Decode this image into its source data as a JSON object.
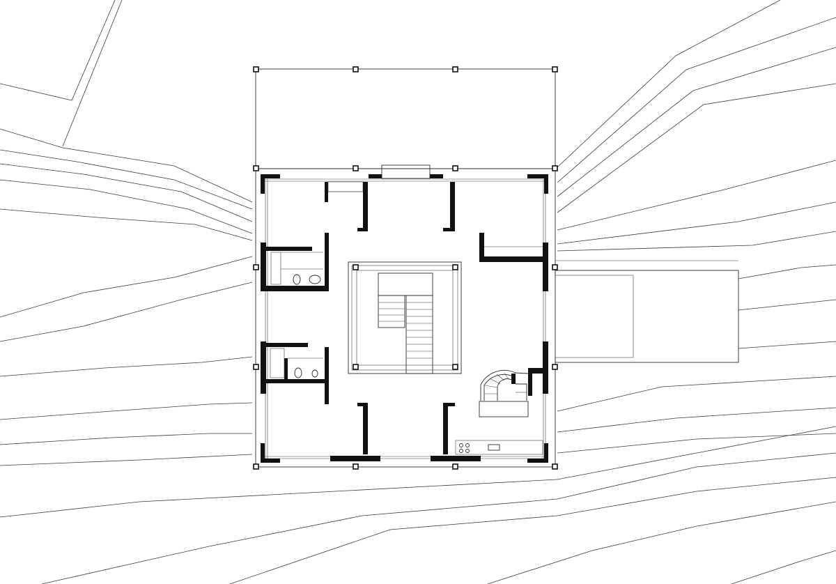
{
  "drawing": {
    "kind": "architectural-floor-plan",
    "line_color": "#2b2b2b",
    "wall_color": "#111111",
    "background": "#ffffff",
    "columns_per_side": 4,
    "shown_elements": [
      "site-contours",
      "pergola-frame",
      "exterior-walls",
      "central-stair",
      "spiral-stair",
      "bathrooms",
      "kitchen-counter",
      "terrace"
    ]
  }
}
